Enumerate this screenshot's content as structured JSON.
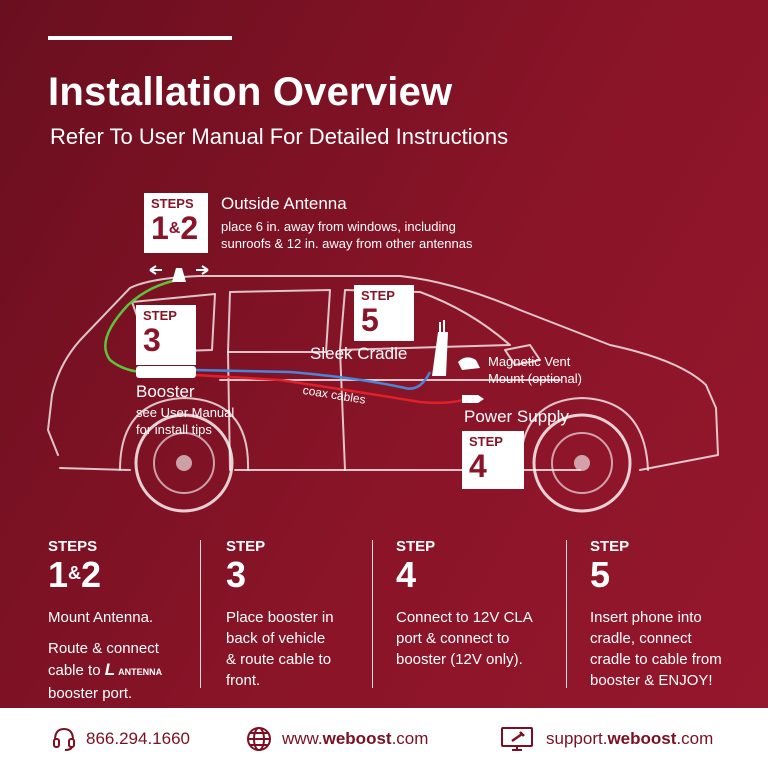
{
  "header": {
    "title": "Installation Overview",
    "subtitle": "Refer To User Manual For Detailed Instructions"
  },
  "diagram": {
    "step12_box": {
      "label": "STEPS",
      "num_a": "1",
      "amp": "&",
      "num_b": "2"
    },
    "step3_box": {
      "label": "STEP",
      "num": "3"
    },
    "step4_box": {
      "label": "STEP",
      "num": "4"
    },
    "step5_box": {
      "label": "STEP",
      "num": "5"
    },
    "outside_antenna": {
      "title": "Outside Antenna",
      "line1": "place 6 in. away from windows, including",
      "line2": "sunroofs & 12 in. away from other antennas"
    },
    "booster": {
      "title": "Booster",
      "line1": "see User Manual",
      "line2": "for install tips"
    },
    "sleek_cradle": "Sleek Cradle",
    "magnetic_vent": {
      "line1": "Magnetic Vent",
      "line2": "Mount (optional)"
    },
    "power_supply": "Power Supply",
    "coax_cables": "coax cables"
  },
  "steps": [
    {
      "label": "STEPS",
      "num_a": "1",
      "amp": "&",
      "num_b": "2",
      "p1": "Mount Antenna.",
      "p2_a": "Route & connect",
      "p2_b": "cable to ",
      "port_glyph": "L",
      "port_word": "ANTENNA",
      "p2_c": "booster port."
    },
    {
      "label": "STEP",
      "num": "3",
      "line1": "Place booster in",
      "line2": "back of vehicle",
      "line3": "& route cable to",
      "line4": "front."
    },
    {
      "label": "STEP",
      "num": "4",
      "line1": "Connect to 12V CLA",
      "line2": "port & connect to",
      "line3": "booster (12V only)."
    },
    {
      "label": "STEP",
      "num": "5",
      "line1": "Insert phone into",
      "line2": "cradle, connect",
      "line3": "cradle to cable from",
      "line4": "booster & ENJOY!"
    }
  ],
  "footer": {
    "phone": "866.294.1660",
    "web_prefix": "www.",
    "web_brand": "weboost",
    "web_suffix": ".com",
    "support_prefix": "support.",
    "support_brand": "weboost",
    "support_suffix": ".com"
  },
  "colors": {
    "background": "#8a1428",
    "accent": "#7a1022",
    "antenna_cable": "#5cc33a",
    "coax_blue": "#4a86d6",
    "power_red": "#e0202a"
  },
  "icons": [
    "headset-icon",
    "globe-icon",
    "support-monitor-icon",
    "antenna-icon",
    "phone-cradle-icon",
    "vent-mount-icon",
    "power-plug-icon"
  ]
}
